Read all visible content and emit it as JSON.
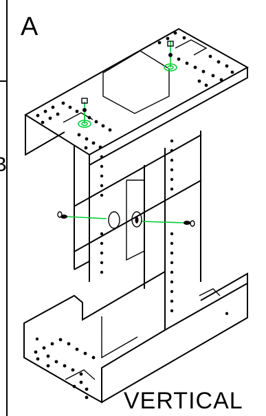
{
  "drawing": {
    "zone_letter_top": "A",
    "zone_letter_left": "B",
    "view_label": "VERTICAL",
    "colors": {
      "line": "#000000",
      "fastener_highlight": "#00cc33"
    },
    "icons": [
      "bolt-icon",
      "washer-icon",
      "nut-icon"
    ]
  }
}
